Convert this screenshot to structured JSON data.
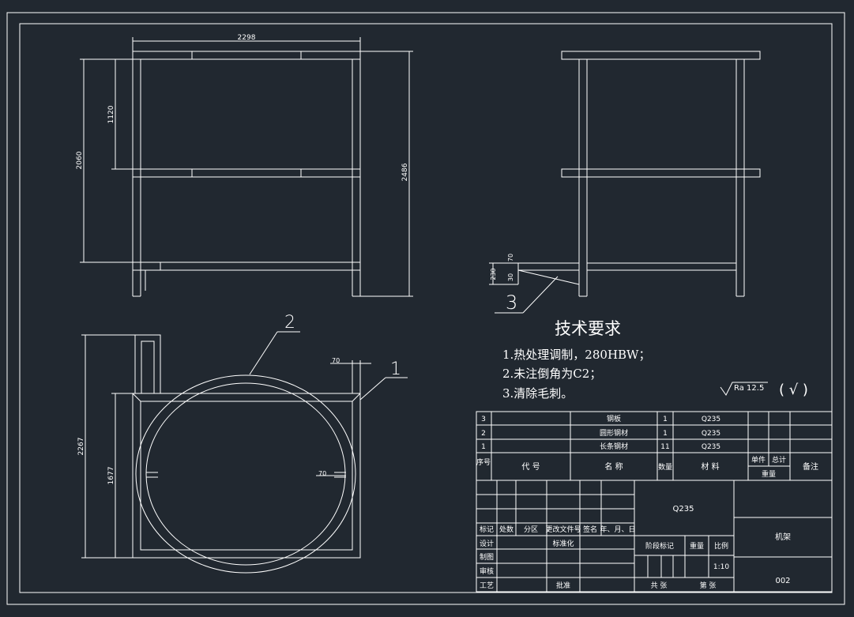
{
  "dimensions": {
    "front_width": "2298",
    "front_upper_gap": "1120",
    "front_height_left": "2060",
    "front_total_height": "2486",
    "side_a": "70",
    "side_b": "230",
    "side_c": "30",
    "plan_total": "2267",
    "plan_inner": "1677",
    "plan_a": "70",
    "plan_b": "70"
  },
  "balloons": {
    "b1": "1",
    "b2": "2",
    "b3": "3"
  },
  "tech": {
    "title": "技术要求",
    "line1": "1.热处理调制，280HBW；",
    "line2": "2.未注倒角为C2；",
    "line3": "3.清除毛刺。"
  },
  "roughness": {
    "label": "Ra 12.5",
    "paren": "( √ )"
  },
  "bom": {
    "rows": [
      {
        "no": "3",
        "code": "",
        "name": "钢板",
        "qty": "1",
        "material": "Q235"
      },
      {
        "no": "2",
        "code": "",
        "name": "圆形钢材",
        "qty": "1",
        "material": "Q235"
      },
      {
        "no": "1",
        "code": "",
        "name": "长条钢材",
        "qty": "11",
        "material": "Q235"
      }
    ],
    "header": {
      "no": "序号",
      "code": "代  号",
      "name": "名  称",
      "qty": "数量",
      "material": "材  料",
      "unit_weight": "单件",
      "total_weight": "总计",
      "weight": "重量",
      "remarks": "备注"
    }
  },
  "title_block": {
    "material": "Q235",
    "drawing_name": "机架",
    "drawing_no": "002",
    "scale": "1:10",
    "marker": "标记",
    "count": "处数",
    "zone": "分区",
    "change_doc": "更改文件号",
    "sign": "签名",
    "date": "年、月、日",
    "designer": "设计",
    "standardize": "标准化",
    "drafter": "制图",
    "review": "审核",
    "process": "工艺",
    "approve": "批准",
    "stage_mark": "阶段标记",
    "weight": "重量",
    "scale_label": "比例",
    "sheets_total": "共  张",
    "sheet_no": "第  张"
  },
  "colors": {
    "background": "#212830",
    "lines": "#ffffff"
  }
}
